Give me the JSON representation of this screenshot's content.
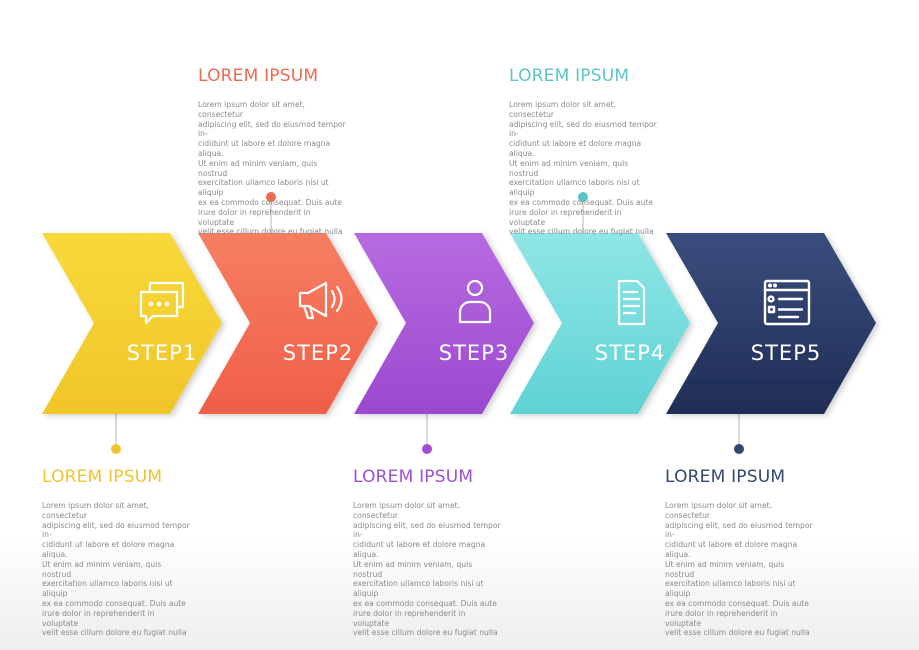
{
  "steps": [
    {
      "label": "STEP1",
      "icon": "chat-bubbles-icon",
      "color_top": "#f8d93a",
      "color_bottom": "#f0c52a",
      "title": "LOREM IPSUM",
      "title_color": "#eec531",
      "body": "Lorem ipsum dolor sit amet, consectetur\nadipiscing elit, sed do eiusmod tempor in-\ncididunt ut labore et dolore magna aliqua.\nUt enim ad minim veniam, quis nostrud\nexercitation ullamco laboris nisi ut aliquip\nex ea commodo consequat. Duis aute\nirure dolor in reprehenderit in voluptate\nvelit esse cillum dolore eu fugiat nulla"
    },
    {
      "label": "STEP2",
      "icon": "megaphone-icon",
      "color_top": "#f67e62",
      "color_bottom": "#f05f48",
      "title": "LOREM IPSUM",
      "title_color": "#ee6a4f",
      "body": "Lorem ipsum dolor sit amet, consectetur\nadipiscing elit, sed do eiusmod tempor in-\ncididunt ut labore et dolore magna aliqua.\nUt enim ad minim veniam, quis nostrud\nexercitation ullamco laboris nisi ut aliquip\nex ea commodo consequat. Duis aute\nirure dolor in reprehenderit in voluptate\nvelit esse cillum dolore eu fugiat nulla"
    },
    {
      "label": "STEP3",
      "icon": "user-icon",
      "color_top": "#b76be0",
      "color_bottom": "#9b48cf",
      "title": "LOREM IPSUM",
      "title_color": "#a04fcf",
      "body": "Lorem ipsum dolor sit amet, consectetur\nadipiscing elit, sed do eiusmod tempor in-\ncididunt ut labore et dolore magna aliqua.\nUt enim ad minim veniam, quis nostrud\nexercitation ullamco laboris nisi ut aliquip\nex ea commodo consequat. Duis aute\nirure dolor in reprehenderit in voluptate\nvelit esse cillum dolore eu fugiat nulla"
    },
    {
      "label": "STEP4",
      "icon": "document-icon",
      "color_top": "#8fe6e6",
      "color_bottom": "#5fd2d4",
      "title": "LOREM IPSUM",
      "title_color": "#5cc4c8",
      "body": "Lorem ipsum dolor sit amet, consectetur\nadipiscing elit, sed do eiusmod tempor in-\ncididunt ut labore et dolore magna aliqua.\nUt enim ad minim veniam, quis nostrud\nexercitation ullamco laboris nisi ut aliquip\nex ea commodo consequat. Duis aute\nirure dolor in reprehenderit in voluptate\nvelit esse cillum dolore eu fugiat nulla"
    },
    {
      "label": "STEP5",
      "icon": "browser-list-icon",
      "color_top": "#3a4e7e",
      "color_bottom": "#1f2d55",
      "title": "LOREM IPSUM",
      "title_color": "#33466f",
      "body": "Lorem ipsum dolor sit amet, consectetur\nadipiscing elit, sed do eiusmod tempor in-\ncididunt ut labore et dolore magna aliqua.\nUt enim ad minim veniam, quis nostrud\nexercitation ullamco laboris nisi ut aliquip\nex ea commodo consequat. Duis aute\nirure dolor in reprehenderit in voluptate\nvelit esse cillum dolore eu fugiat nulla"
    }
  ],
  "connector_color": "#cfcfcf"
}
